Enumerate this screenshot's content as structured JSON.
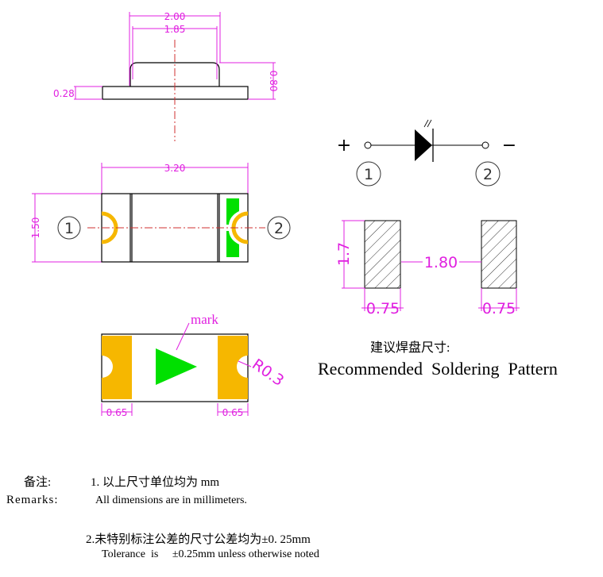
{
  "colors": {
    "dimension": "#e020e0",
    "centerline": "#d03030",
    "electrode": "#f6b700",
    "chip": "#00e000"
  },
  "side_view": {
    "width_outer": "2.00",
    "width_inner": "1.85",
    "base_height": "0.28",
    "total_height": "0.80"
  },
  "top_view": {
    "length": "3.20",
    "width": "1.50",
    "pin1": "①",
    "pin2": "②"
  },
  "bottom_view": {
    "mark_label": "mark",
    "radius": "R0.3",
    "pad_left": "0.65",
    "pad_right": "0.65"
  },
  "symbol": {
    "plus": "+",
    "minus": "−",
    "pin1": "①",
    "pin2": "②"
  },
  "pattern": {
    "height": "1.7",
    "gap": "1.80",
    "pad_left": "0.75",
    "pad_right": "0.75",
    "title_cn": "建议焊盘尺寸:",
    "title_en": "Recommended  Soldering  Pattern"
  },
  "notes": {
    "label_cn": "备注:",
    "label_en": "Remarks:",
    "note1_cn": "1. 以上尺寸单位均为 mm",
    "note1_en": "All dimensions are in millimeters.",
    "note2_cn": "2.未特别标注公差的尺寸公差均为±0. 25mm",
    "note2_en": "Tolerance  is     ±0.25mm unless otherwise noted"
  }
}
